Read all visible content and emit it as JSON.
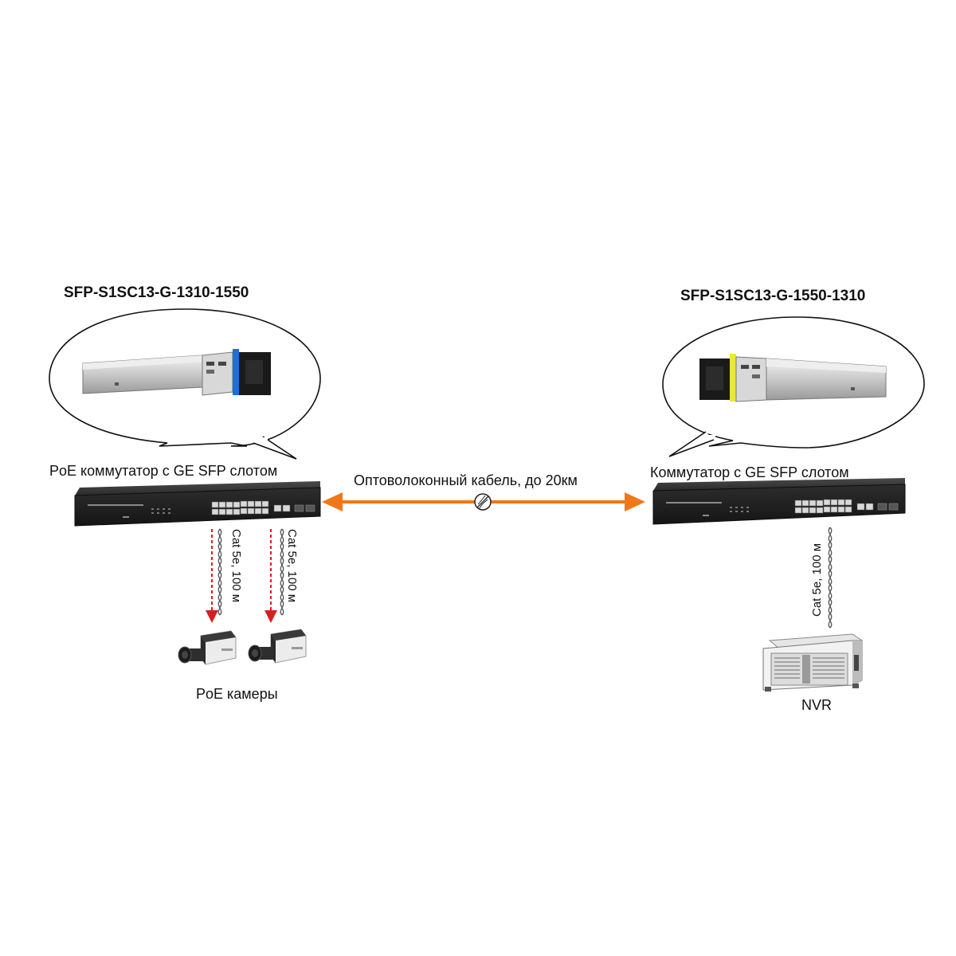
{
  "left": {
    "sfp_model": "SFP-S1SC13-G-1310-1550",
    "switch_label": "PoE коммутатор с GE SFP слотом",
    "cable_labels": [
      "Cat 5e, 100 м",
      "Cat 5e, 100 м"
    ],
    "cameras_label": "PoE камеры",
    "sfp_color": "#1e6fd9"
  },
  "right": {
    "sfp_model": "SFP-S1SC13-G-1550-1310",
    "switch_label": "Коммутатор с GE SFP слотом",
    "cable_label": "Cat 5e, 100 м",
    "nvr_label": "NVR",
    "sfp_color": "#e8e835"
  },
  "link": {
    "label": "Оптоволоконный кабель, до 20км",
    "color": "#f07818"
  },
  "icons": [
    "sfp-module-icon",
    "network-switch-icon",
    "ip-camera-icon",
    "nvr-server-icon",
    "fiber-coil-icon"
  ]
}
